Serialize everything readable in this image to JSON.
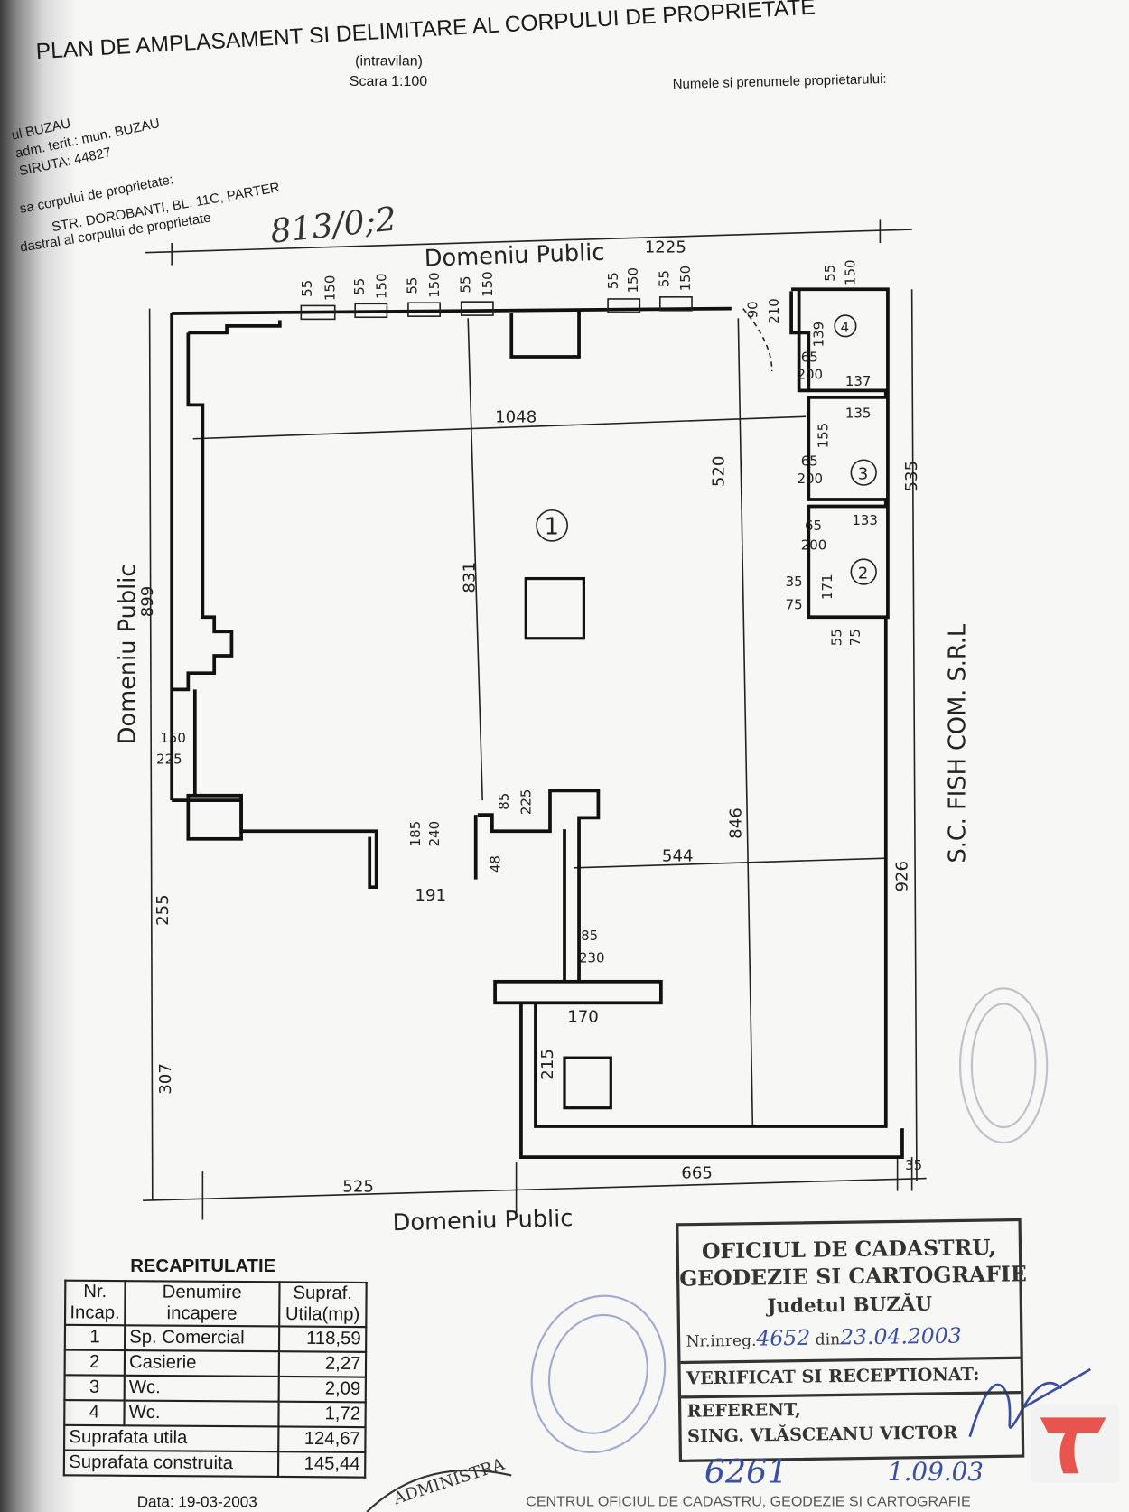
{
  "header": {
    "title": "PLAN DE AMPLASAMENT SI DELIMITARE AL CORPULUI DE PROPRIETATE",
    "subtitle": "(intravilan)",
    "scale": "Scara 1:100",
    "owner_label": "Numele si prenumele proprietarului:",
    "county": "ul BUZAU",
    "uat": "adm. terit.: mun. BUZAU",
    "siruta": "SIRUTA: 44827",
    "address_label": "sa corpului de proprietate:",
    "address": "STR. DOROBANTI, BL. 11C, PARTER",
    "cadastral_label": "dastral al corpului de proprietate",
    "cadastral_number": "813/0;2"
  },
  "plan": {
    "boundary_top": "Domeniu Public",
    "boundary_left": "Domeniu Public",
    "boundary_bottom": "Domeniu Public",
    "boundary_right": "S.C. FISH COM. S.R.L",
    "rooms": [
      "1",
      "2",
      "3",
      "4"
    ],
    "dims": {
      "d1225": "1225",
      "d55": "55",
      "d150": "150",
      "d90": "90",
      "d210": "210",
      "d139": "139",
      "d65": "65",
      "d200": "200",
      "d137": "137",
      "d1048": "1048",
      "d135": "135",
      "d155": "155",
      "d535": "535",
      "d133": "133",
      "d35": "35",
      "d75": "75",
      "d171": "171",
      "d520": "520",
      "d831": "831",
      "d899": "899",
      "d225": "225",
      "d846": "846",
      "d926": "926",
      "d185": "185",
      "d240": "240",
      "d85": "85",
      "d48": "48",
      "d191": "191",
      "d544": "544",
      "d255": "255",
      "d230": "230",
      "d170": "170",
      "d215": "215",
      "d307": "307",
      "d525": "525",
      "d665": "665"
    }
  },
  "recap": {
    "title": "RECAPITULATIE",
    "headers": [
      "Nr. Incap.",
      "Denumire incapere",
      "Supraf. Utila(mp)"
    ],
    "rows": [
      {
        "nr": "1",
        "name": "Sp. Comercial",
        "area": "118,59"
      },
      {
        "nr": "2",
        "name": "Casierie",
        "area": "2,27"
      },
      {
        "nr": "3",
        "name": "Wc.",
        "area": "2,09"
      },
      {
        "nr": "4",
        "name": "Wc.",
        "area": "1,72"
      }
    ],
    "useful_label": "Suprafata utila",
    "useful_value": "124,67",
    "built_label": "Suprafata construita",
    "built_value": "145,44",
    "date": "Data: 19-03-2003"
  },
  "stamp": {
    "line1": "OFICIUL DE CADASTRU,",
    "line2": "GEODEZIE SI CARTOGRAFIE",
    "line3": "Judetul BUZĂU",
    "reg_label": "Nr.inreg.",
    "reg_number": "4652",
    "reg_din": "din",
    "reg_date": "23.04.2003",
    "verified": "VERIFICAT SI RECEPTIONAT:",
    "referent": "REFERENT,",
    "referent_name": "SING. VLĂSCEANU VICTOR",
    "hand_number": "6261",
    "hand_date": "1.09.03",
    "round_stamp_bottom": "ADMINISTRA",
    "footer": "CENTRUL OFICIUL DE CADASTRU, GEODEZIE SI CARTOGRAFIE"
  },
  "colors": {
    "ink": "#222222",
    "stamp_blue": "#3b4fa0",
    "logo_red": "#e8554f"
  }
}
